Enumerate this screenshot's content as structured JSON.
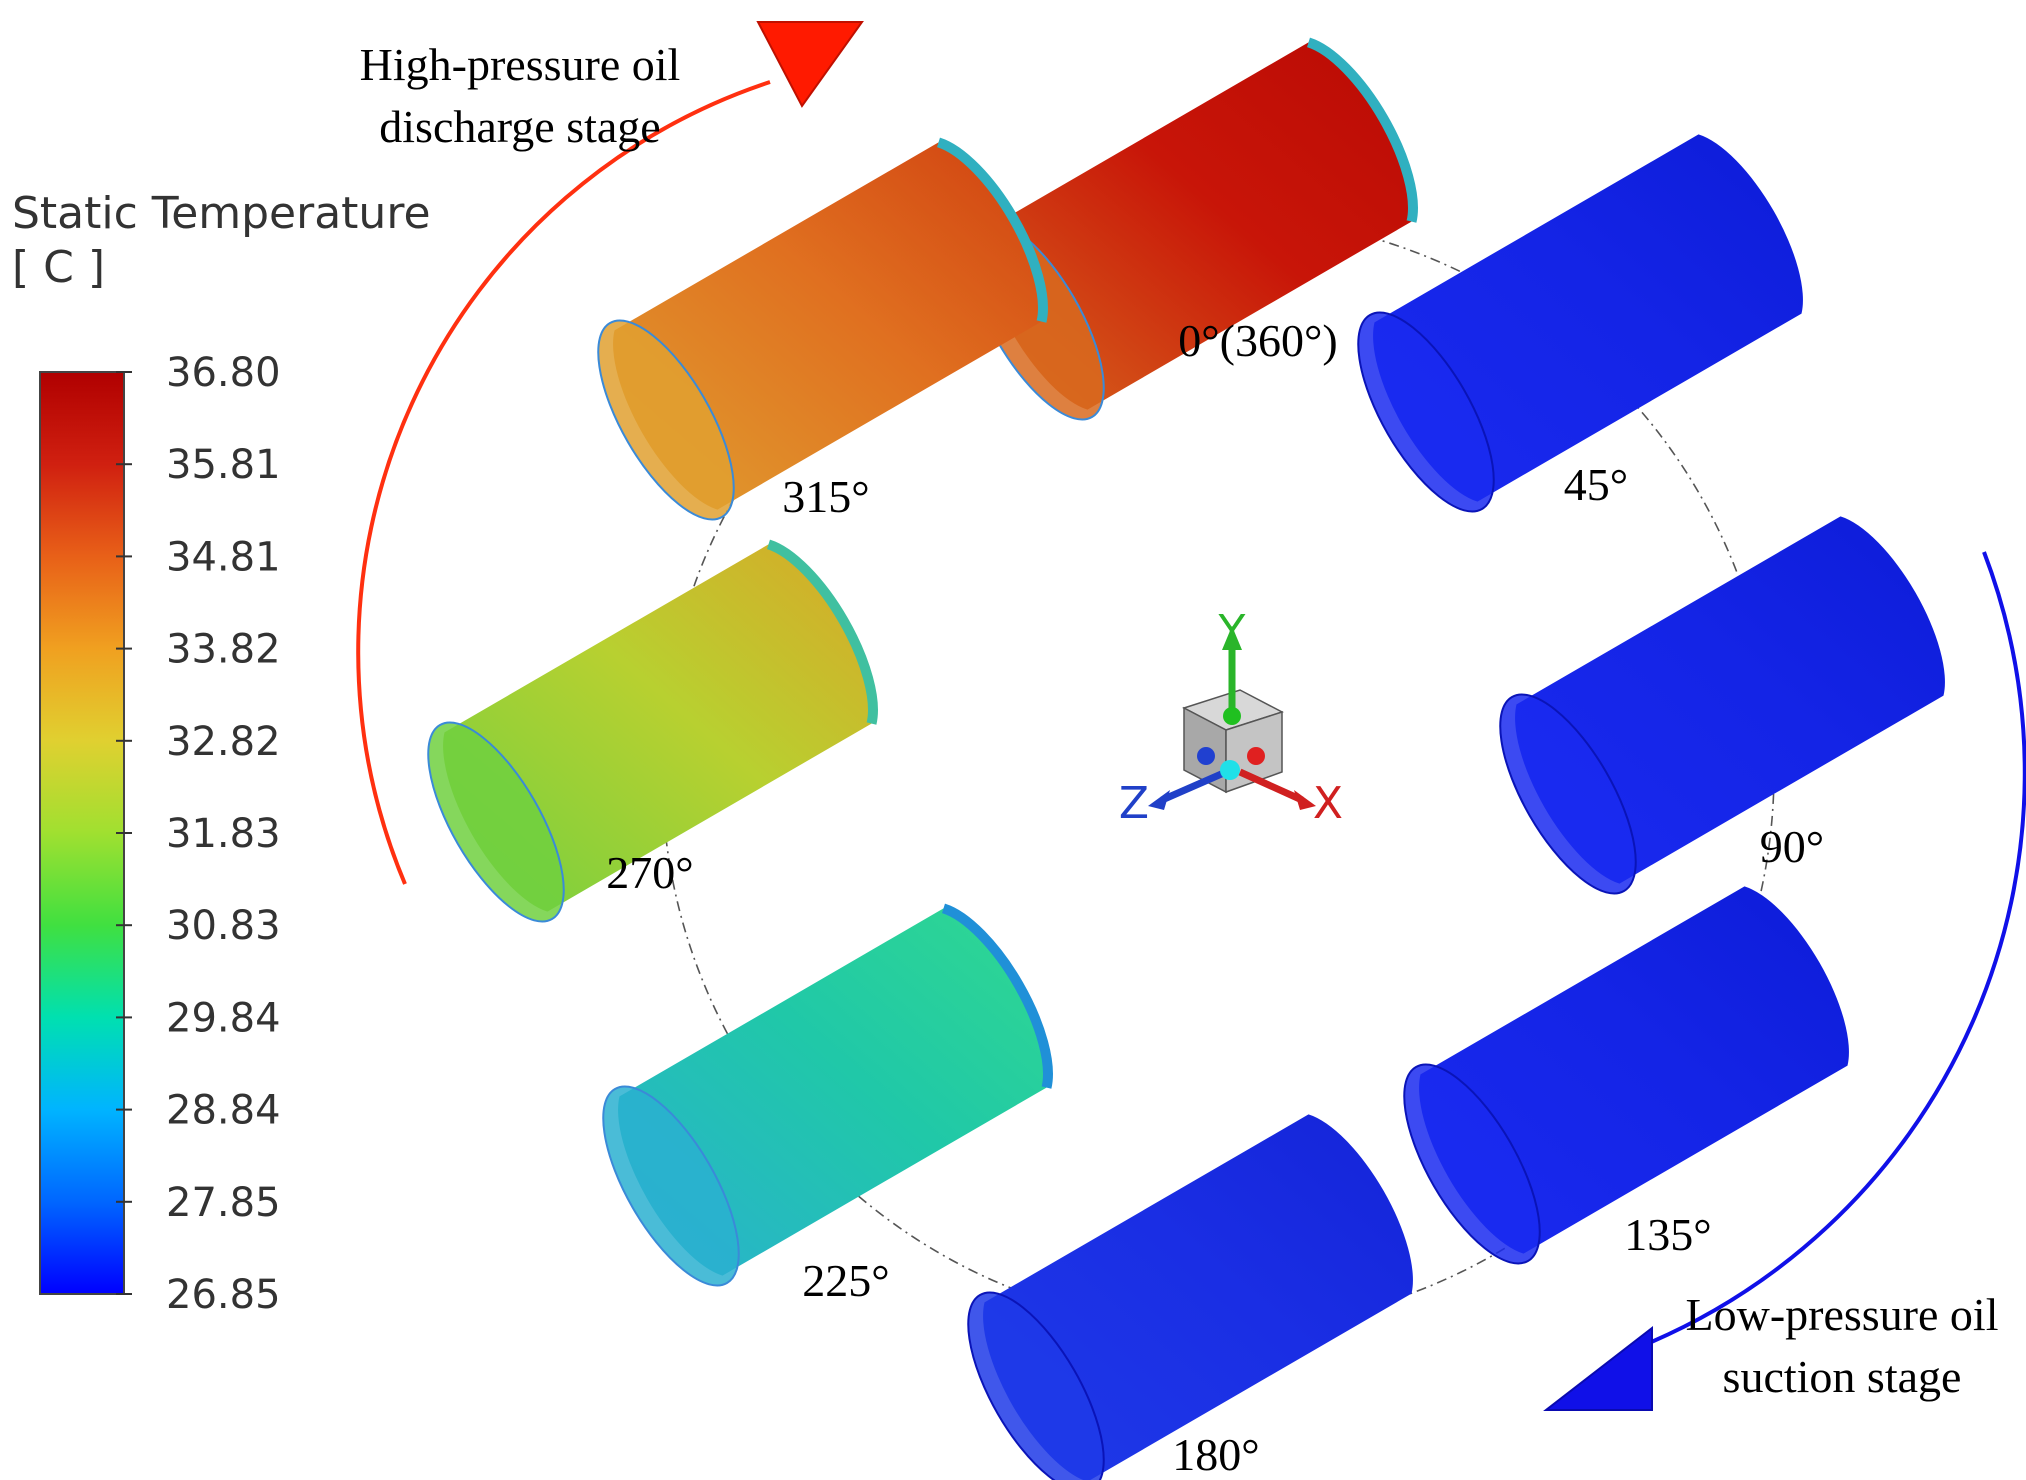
{
  "legend": {
    "title_line1": "Static Temperature",
    "title_line2": "[ C ]",
    "ticks": [
      "36.80",
      "35.81",
      "34.81",
      "33.82",
      "32.82",
      "31.83",
      "30.83",
      "29.84",
      "28.84",
      "27.85",
      "26.85"
    ],
    "colors": [
      "#0000ff",
      "#0066ff",
      "#00b4ff",
      "#00e0b0",
      "#40e040",
      "#a0e030",
      "#e0d030",
      "#f0a020",
      "#e86018",
      "#d02010",
      "#b00000"
    ]
  },
  "annotations": {
    "high_line1": "High-pressure oil",
    "high_line2": "discharge stage",
    "low_line1": "Low-pressure oil",
    "low_line2": "suction stage",
    "high_color": "#ff3010",
    "low_color": "#1010e8"
  },
  "angles": {
    "a0": "0°(360°)",
    "a45": "45°",
    "a90": "90°",
    "a135": "135°",
    "a180": "180°",
    "a225": "225°",
    "a270": "270°",
    "a315": "315°"
  },
  "cylinders": [
    {
      "angle": "0°(360°)",
      "end_color": "#d86a1e",
      "body_color": "#c81508",
      "far_color": "#ba0a04",
      "rim": "hot"
    },
    {
      "angle": "45°",
      "end_color": "#1a2af0",
      "body_color": "#1424e6",
      "far_color": "#0d1cd8",
      "rim": "none"
    },
    {
      "angle": "90°",
      "end_color": "#1a2af0",
      "body_color": "#1424e6",
      "far_color": "#0d1cd8",
      "rim": "none"
    },
    {
      "angle": "135°",
      "end_color": "#1a2af0",
      "body_color": "#1424e6",
      "far_color": "#0d1cd8",
      "rim": "none"
    },
    {
      "angle": "180°",
      "end_color": "#1f3ae8",
      "body_color": "#1a2ee4",
      "far_color": "#1424d8",
      "rim": "none"
    },
    {
      "angle": "225°",
      "end_color": "#2ab0d0",
      "body_color": "#20c8a8",
      "far_color": "#30d890",
      "rim": "cool"
    },
    {
      "angle": "270°",
      "end_color": "#70d040",
      "body_color": "#b8d030",
      "far_color": "#d8a828",
      "rim": "warm"
    },
    {
      "angle": "315°",
      "end_color": "#e0a030",
      "body_color": "#e07020",
      "far_color": "#d04010",
      "rim": "hot"
    }
  ],
  "triad": {
    "x_label": "X",
    "y_label": "Y",
    "z_label": "Z"
  }
}
